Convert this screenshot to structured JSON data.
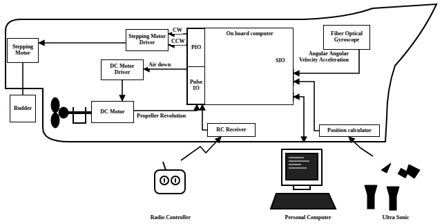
{
  "diagram": {
    "nodes": [
      {
        "text": [
          "Stepping Motor"
        ]
      },
      {
        "text": [
          "Stepping Motor Driver"
        ]
      },
      {
        "text": [
          "On board computer"
        ]
      },
      {
        "text": [
          "PIO"
        ],
        "in": 2
      },
      {
        "text": [
          "Pulse IO"
        ],
        "in": 2
      },
      {
        "text": [
          "Fiber Optical Gyroscope"
        ]
      },
      {
        "text": [
          "DC Motor Driver"
        ]
      },
      {
        "text": [
          "DC Motor"
        ]
      },
      {
        "text": [
          "Rudder"
        ]
      },
      {
        "text": [
          "RC Receiver"
        ]
      },
      {
        "text": [
          "Position calculator"
        ]
      },
      {
        "text": [
          "Radio Controller"
        ]
      },
      {
        "text": [
          "Personal Computer"
        ]
      },
      {
        "text": [
          "Ultra Sonic"
        ]
      }
    ],
    "edges": [
      {
        "from": 1,
        "to": 0,
        "arrow": "to"
      },
      {
        "from": 3,
        "to": 1,
        "label": "CW",
        "arrow": "to"
      },
      {
        "from": 3,
        "to": 1,
        "label": "CCW",
        "arrow": "to"
      },
      {
        "from": 3,
        "to": 6,
        "label": "Air down",
        "arrow": "to"
      },
      {
        "from": 6,
        "to": 7,
        "arrow": "to"
      },
      {
        "from": 0,
        "to": 8,
        "arrow": "none"
      },
      {
        "from": 7,
        "to": 4,
        "label": "Propeller Revolution",
        "arrow": "to"
      },
      {
        "from": 9,
        "to": 4,
        "arrow": "to"
      },
      {
        "from": 5,
        "to": 2,
        "label": "Angular Angular Velocity Acceleration",
        "arrow": "to"
      },
      {
        "from": 10,
        "to": 2,
        "arrow": "to"
      },
      {
        "from": 12,
        "to": 2,
        "arrow": "both"
      },
      {
        "from": 11,
        "to": 9,
        "arrow": "to"
      },
      {
        "from": 13,
        "to": 10,
        "arrow": "to"
      }
    ],
    "labels": [
      "SIO"
    ]
  }
}
